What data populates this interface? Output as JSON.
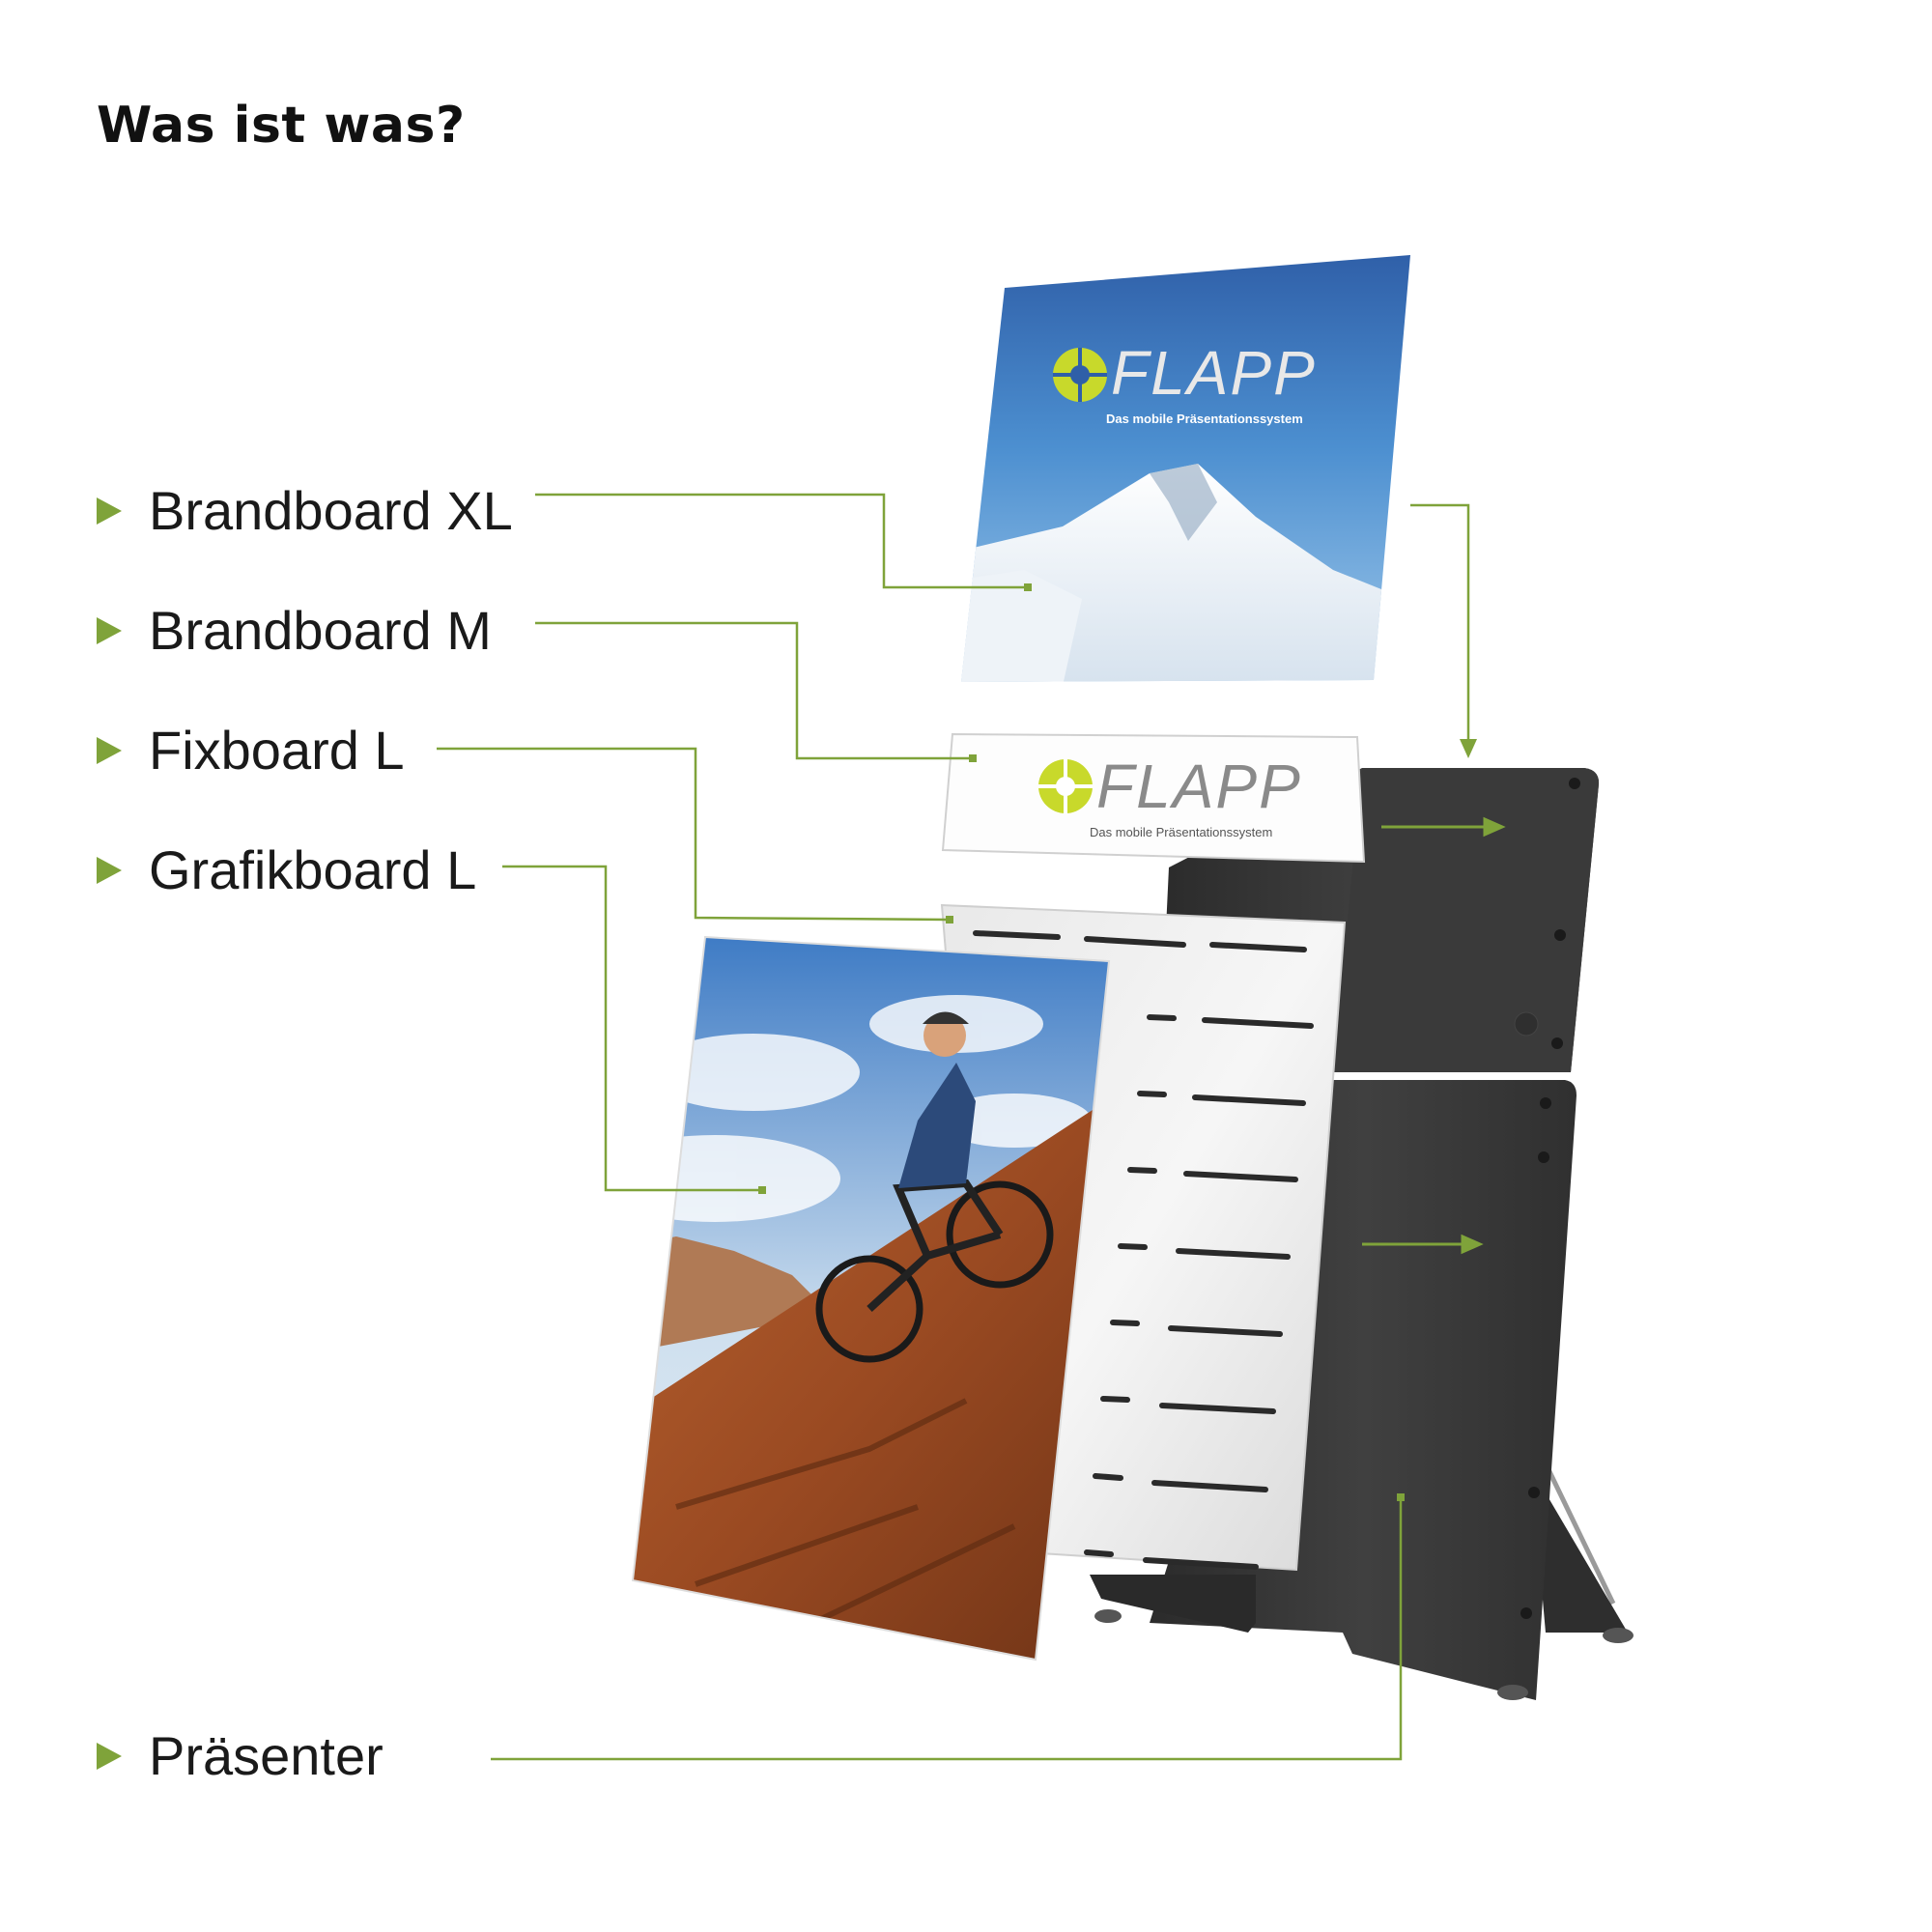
{
  "title": "Was ist was?",
  "labels": [
    {
      "id": "brandboard-xl",
      "text": "Brandboard XL"
    },
    {
      "id": "brandboard-m",
      "text": "Brandboard M"
    },
    {
      "id": "fixboard-l",
      "text": "Fixboard L"
    },
    {
      "id": "grafikboard-l",
      "text": "Grafikboard L"
    },
    {
      "id": "praesenter",
      "text": "Präsenter"
    }
  ],
  "brand": {
    "logo_text": "FLAPP",
    "tagline": "Das mobile Präsentationssystem"
  },
  "colors": {
    "accent": "#7fa33a",
    "logo_green": "#c8d92b",
    "logo_gray": "#8a8a8a",
    "panel_dark": "#3a3a3a"
  }
}
